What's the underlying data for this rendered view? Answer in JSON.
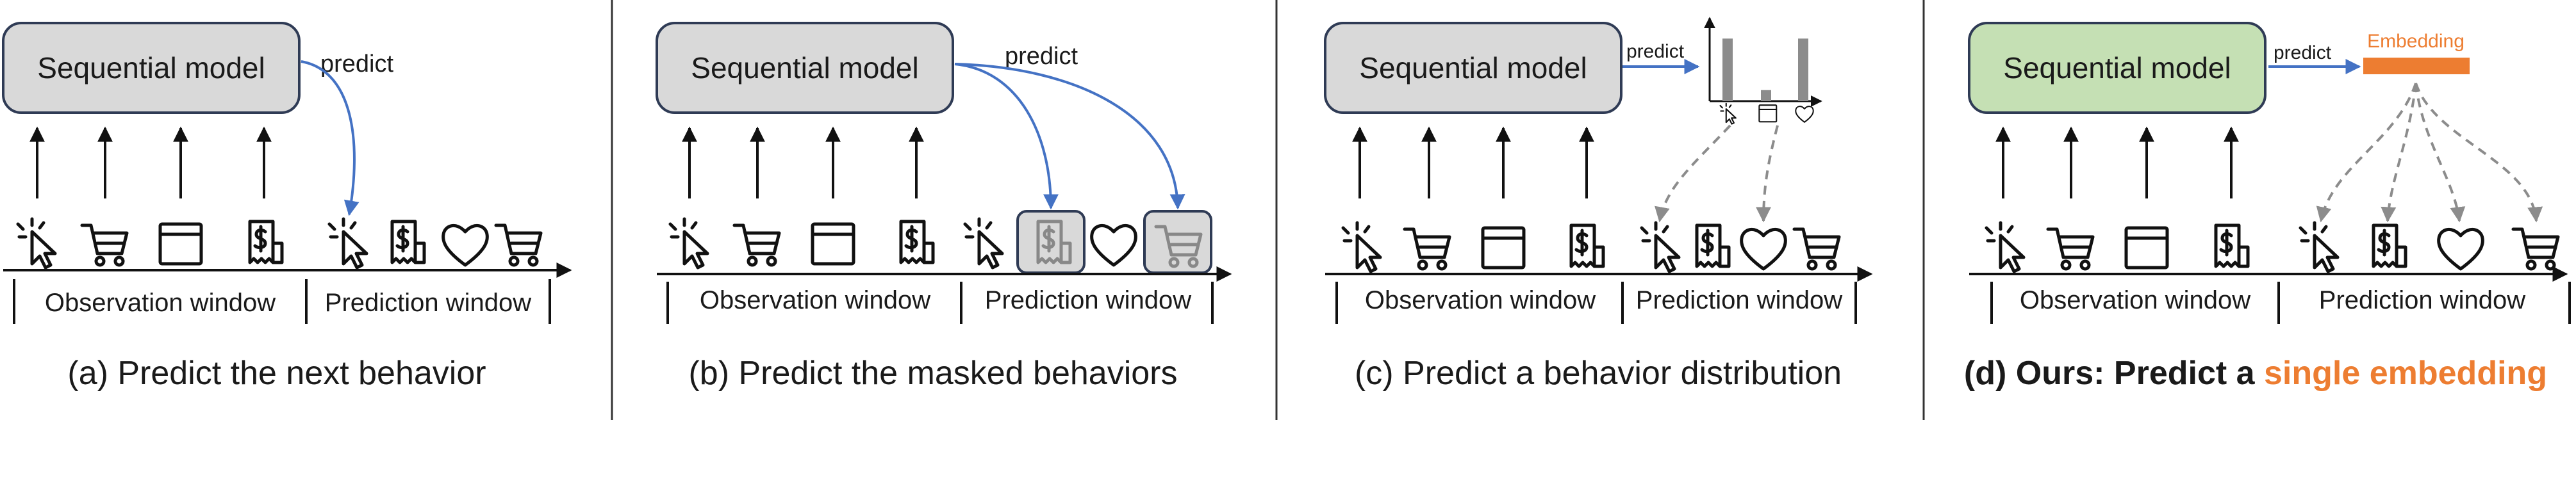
{
  "panels": [
    {
      "id": "a",
      "model_label": "Sequential model",
      "predict_label": "predict",
      "observation_label": "Observation window",
      "prediction_label": "Prediction window",
      "caption": "(a) Predict the next behavior"
    },
    {
      "id": "b",
      "model_label": "Sequential model",
      "predict_label": "predict",
      "observation_label": "Observation window",
      "prediction_label": "Prediction window",
      "caption": "(b) Predict the masked behaviors"
    },
    {
      "id": "c",
      "model_label": "Sequential model",
      "predict_label": "predict",
      "observation_label": "Observation window",
      "prediction_label": "Prediction window",
      "caption": "(c) Predict a behavior distribution"
    },
    {
      "id": "d",
      "model_label": "Sequential model",
      "predict_label": "predict",
      "embedding_label": "Embedding",
      "observation_label": "Observation window",
      "prediction_label": "Prediction window",
      "caption_prefix": "(d) Ours: Predict a ",
      "caption_highlight": "single embedding"
    }
  ],
  "colors": {
    "box_gray": "#D9D9D9",
    "box_green": "#C5E0B4",
    "box_border": "#2F3B55",
    "arrow_blue": "#4472C4",
    "accent_orange": "#ED7D31",
    "dashed_gray": "#8C8C8C",
    "bar_gray": "#8C8C8C"
  },
  "chart_data": {
    "type": "bar",
    "categories": [
      "click",
      "view",
      "like"
    ],
    "values": [
      0.85,
      0.15,
      0.85
    ],
    "title": "",
    "xlabel": "",
    "ylabel": ""
  },
  "icons": [
    "cursor-click-icon",
    "cart-icon",
    "browser-window-icon",
    "receipt-icon",
    "heart-icon"
  ]
}
